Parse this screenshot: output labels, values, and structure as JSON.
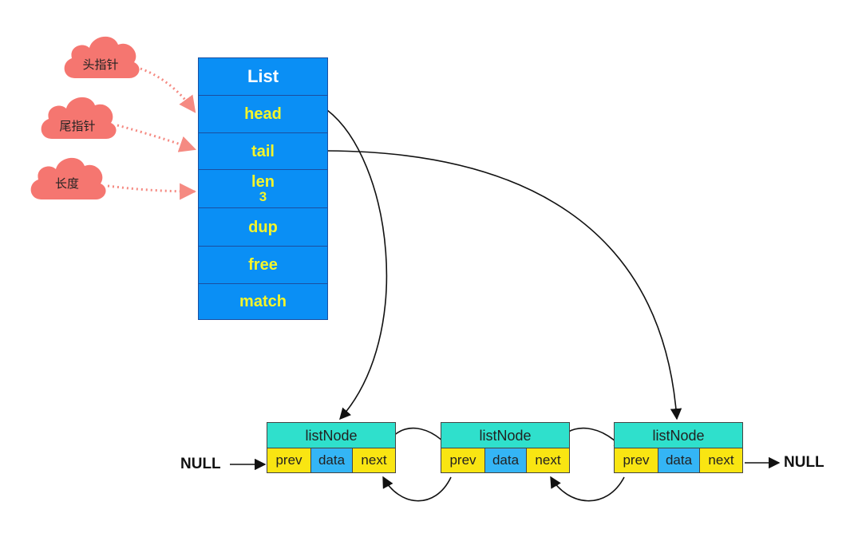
{
  "list": {
    "title": "List",
    "fields": [
      "head",
      "tail",
      "len",
      "dup",
      "free",
      "match"
    ],
    "len_value": "3"
  },
  "clouds": {
    "head_pointer": "头指针",
    "tail_pointer": "尾指针",
    "length": "长度"
  },
  "nodes": [
    {
      "title": "listNode",
      "prev": "prev",
      "data": "data",
      "next": "next"
    },
    {
      "title": "listNode",
      "prev": "prev",
      "data": "data",
      "next": "next"
    },
    {
      "title": "listNode",
      "prev": "prev",
      "data": "data",
      "next": "next"
    }
  ],
  "null_left": "NULL",
  "null_right": "NULL",
  "colors": {
    "list_fill": "#0a8ff5",
    "list_text": "#f5f52a",
    "cloud_fill": "#f57670",
    "dotted_arrow": "#f58a82",
    "node_title_fill": "#2fe0cc",
    "prev_next_fill": "#f9e512",
    "data_fill": "#34b5f5"
  }
}
